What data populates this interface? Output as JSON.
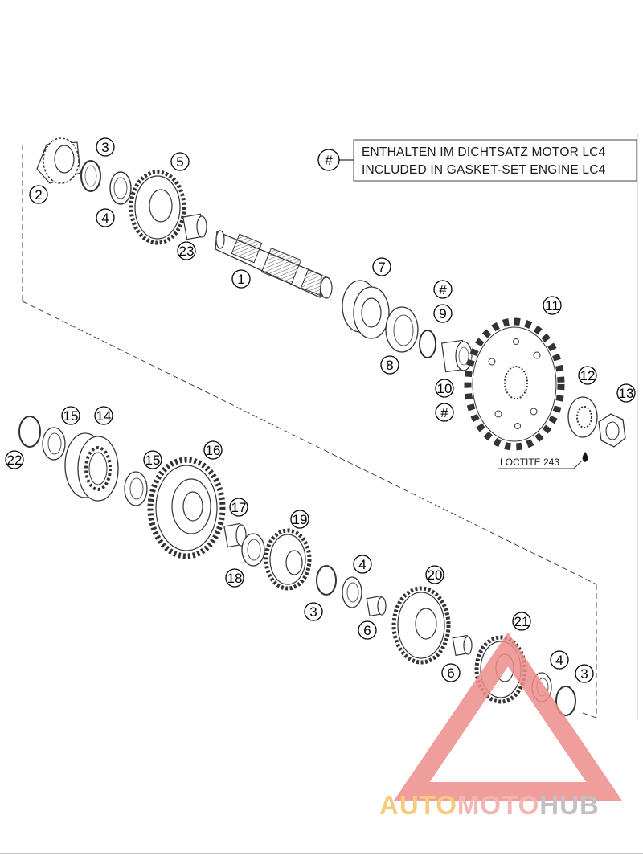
{
  "legend": {
    "symbol": "#",
    "line1": "ENTHALTEN IM DICHTSATZ MOTOR LC4",
    "line2": "INCLUDED IN GASKET-SET ENGINE LC4"
  },
  "note": {
    "loctite": "LOCTITE 243"
  },
  "callouts": {
    "c1": "1",
    "c2": "2",
    "c3a": "3",
    "c4a": "4",
    "c5": "5",
    "c23": "23",
    "c7": "7",
    "h1": "#",
    "c9": "9",
    "c8": "8",
    "c10": "10",
    "h2": "#",
    "c11": "11",
    "c12": "12",
    "c13": "13",
    "c22": "22",
    "c15a": "15",
    "c14": "14",
    "c15b": "15",
    "c16": "16",
    "c17": "17",
    "c18": "18",
    "c19": "19",
    "c3b": "3",
    "c4b": "4",
    "c6a": "6",
    "c20": "20",
    "c6b": "6",
    "c21": "21",
    "c4c": "4",
    "c3c": "3"
  },
  "watermark": {
    "part1": "AUTO",
    "part2": "MOTO",
    "part3": "HUB",
    "color1": "#f5c36b",
    "color2": "#f2a9a6",
    "color3": "#b7b7b7"
  }
}
